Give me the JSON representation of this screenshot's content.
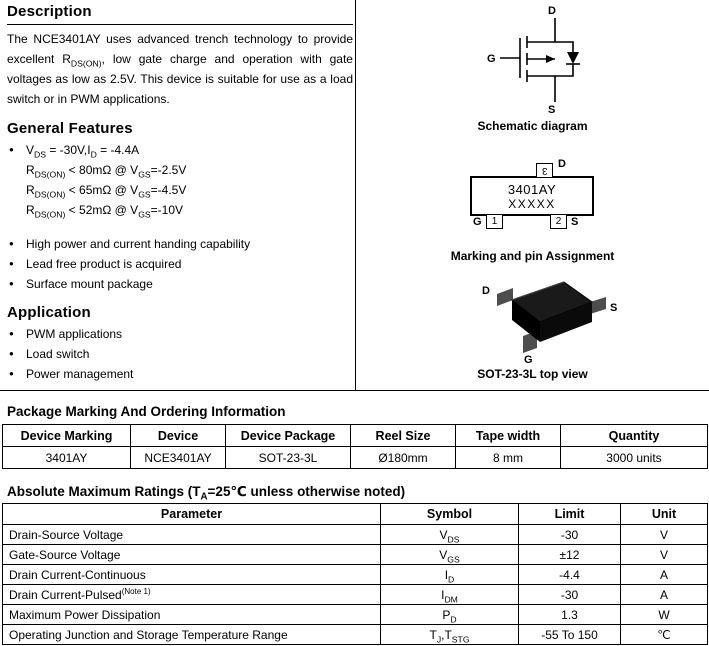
{
  "colors": {
    "ink": "#000000",
    "paper": "#ffffff",
    "package_body": "#1a1a1a",
    "package_lead": "#4d4d4d"
  },
  "glyphs": {
    "bullet": "●"
  },
  "description": {
    "heading": "Description",
    "body": [
      {
        "t": "The NCE3401AY uses advanced trench technology to provide excellent R"
      },
      {
        "t": "DS(ON)",
        "sub": true
      },
      {
        "t": ", low gate charge and operation with gate voltages as low as 2.5V. This device is suitable for use as a load switch or in PWM applications."
      }
    ]
  },
  "features": {
    "heading": "General Features",
    "items": [
      {
        "rich": [
          {
            "t": "V"
          },
          {
            "t": "DS",
            "sub": true
          },
          {
            "t": " = -30V,I"
          },
          {
            "t": "D",
            "sub": true
          },
          {
            "t": " = -4.4A"
          }
        ]
      },
      {
        "rich": [
          {
            "t": "R"
          },
          {
            "t": "DS(ON)",
            "sub": true
          },
          {
            "t": " < 80mΩ @ V"
          },
          {
            "t": "GS",
            "sub": true
          },
          {
            "t": "=-2.5V"
          }
        ]
      },
      {
        "rich": [
          {
            "t": "R"
          },
          {
            "t": "DS(ON)",
            "sub": true
          },
          {
            "t": " < 65mΩ @ V"
          },
          {
            "t": "GS",
            "sub": true
          },
          {
            "t": "=-4.5V"
          }
        ]
      },
      {
        "rich": [
          {
            "t": "R"
          },
          {
            "t": "DS(ON)",
            "sub": true
          },
          {
            "t": " < 52mΩ @ V"
          },
          {
            "t": "GS",
            "sub": true
          },
          {
            "t": "=-10V"
          }
        ]
      },
      {
        "rich": [
          {
            "t": "High power and current handing capability"
          }
        ]
      },
      {
        "rich": [
          {
            "t": "Lead free product is acquired"
          }
        ]
      },
      {
        "rich": [
          {
            "t": "Surface mount package"
          }
        ]
      }
    ]
  },
  "application": {
    "heading": "Application",
    "items": [
      "PWM applications",
      "Load switch",
      "Power management"
    ]
  },
  "diagrams": {
    "schematic_caption": "Schematic diagram",
    "schematic": {
      "d": "D",
      "g": "G",
      "s": "S"
    },
    "marking_caption": "Marking and pin Assignment",
    "marking": {
      "line1": "3401AY",
      "line2": "XXXXX",
      "pin_top": "3",
      "pin_left": "1",
      "pin_right": "2",
      "label_d": "D",
      "label_g": "G",
      "label_s": "S"
    },
    "topview_caption": "SOT-23-3L top view",
    "topview": {
      "d": "D",
      "s": "S",
      "g": "G"
    }
  },
  "ordering": {
    "heading": "Package Marking And Ordering Information",
    "headers": [
      "Device Marking",
      "Device",
      "Device Package",
      "Reel Size",
      "Tape width",
      "Quantity"
    ],
    "row": [
      "3401AY",
      "NCE3401AY",
      "SOT-23-3L",
      "Ø180mm",
      "8 mm",
      "3000 units"
    ]
  },
  "ratings": {
    "heading": [
      {
        "t": "Absolute Maximum Ratings (T"
      },
      {
        "t": "A",
        "sub": true
      },
      {
        "t": "=25℃ unless otherwise noted)"
      }
    ],
    "headers": [
      "Parameter",
      "Symbol",
      "Limit",
      "Unit"
    ],
    "rows": [
      {
        "param": [
          {
            "t": "Drain-Source Voltage"
          }
        ],
        "symbol": [
          {
            "t": "V"
          },
          {
            "t": "DS",
            "sub": true
          }
        ],
        "limit": "-30",
        "unit": "V"
      },
      {
        "param": [
          {
            "t": "Gate-Source Voltage"
          }
        ],
        "symbol": [
          {
            "t": "V"
          },
          {
            "t": "GS",
            "sub": true
          }
        ],
        "limit": "±12",
        "unit": "V"
      },
      {
        "param": [
          {
            "t": "Drain Current-Continuous"
          }
        ],
        "symbol": [
          {
            "t": "I"
          },
          {
            "t": "D",
            "sub": true
          }
        ],
        "limit": "-4.4",
        "unit": "A"
      },
      {
        "param": [
          {
            "t": "Drain Current-Pulsed"
          },
          {
            "t": "(Note 1)",
            "sup": true
          }
        ],
        "symbol": [
          {
            "t": "I"
          },
          {
            "t": "DM",
            "sub": true
          }
        ],
        "limit": "-30",
        "unit": "A"
      },
      {
        "param": [
          {
            "t": "Maximum Power Dissipation"
          }
        ],
        "symbol": [
          {
            "t": "P"
          },
          {
            "t": "D",
            "sub": true
          }
        ],
        "limit": "1.3",
        "unit": "W"
      },
      {
        "param": [
          {
            "t": "Operating Junction and Storage Temperature Range"
          }
        ],
        "symbol": [
          {
            "t": "T"
          },
          {
            "t": "J",
            "sub": true
          },
          {
            "t": ",T"
          },
          {
            "t": "STG",
            "sub": true
          }
        ],
        "limit": "-55 To 150",
        "unit": "℃"
      }
    ]
  }
}
